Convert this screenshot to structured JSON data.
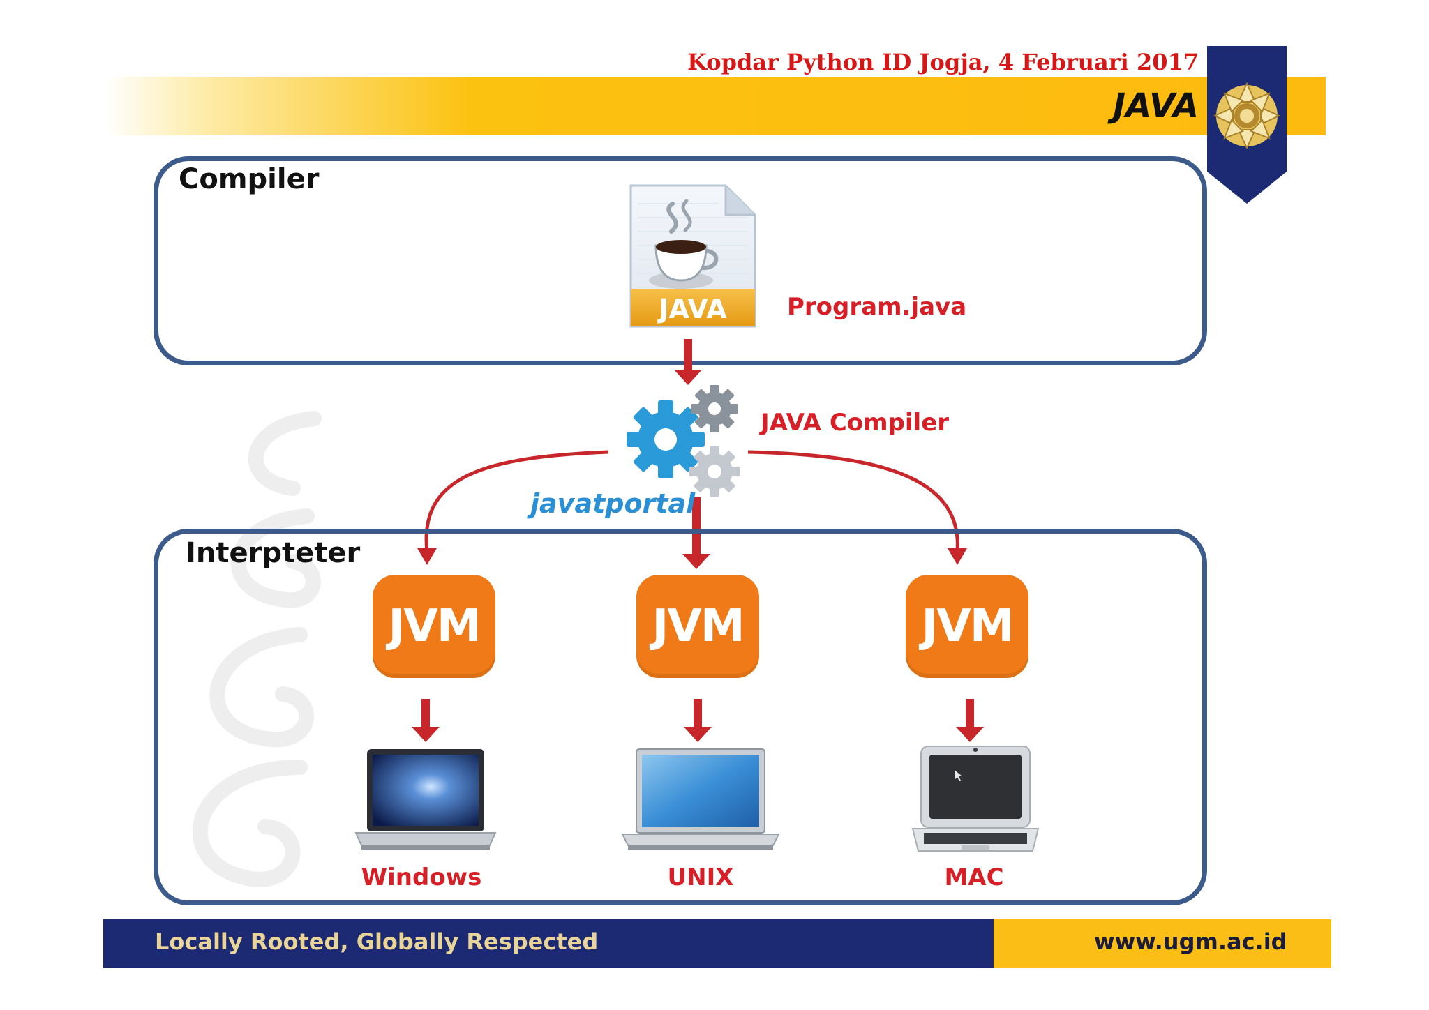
{
  "header": {
    "event": "Kopdar Python ID Jogja, 4 Februari 2017",
    "title": "JAVA"
  },
  "compiler_section": {
    "title": "Compiler",
    "file_badge": "JAVA",
    "file_name": "Program.java"
  },
  "compiler_node": {
    "label": "JAVA Compiler",
    "watermark": "javatportal"
  },
  "interpreter_section": {
    "title": "Interpteter",
    "targets": [
      {
        "vm": "JVM",
        "os": "Windows"
      },
      {
        "vm": "JVM",
        "os": "UNIX"
      },
      {
        "vm": "JVM",
        "os": "MAC"
      }
    ]
  },
  "footer": {
    "slogan": "Locally Rooted, Globally Respected",
    "url": "www.ugm.ac.id"
  },
  "colors": {
    "accent_red": "#d61f26",
    "box_border": "#3d5b8a",
    "jvm_orange": "#ef7a17",
    "header_yellow": "#fcc210",
    "footer_navy": "#1b2a72"
  }
}
